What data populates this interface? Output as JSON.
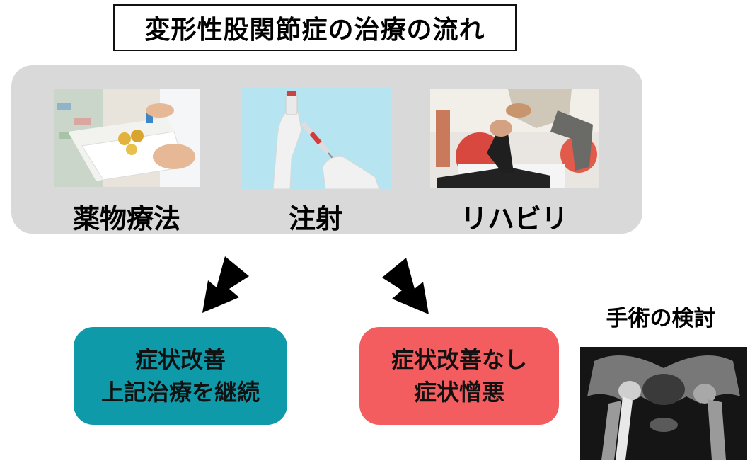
{
  "title": "変形性股関節症の治療の流れ",
  "treatments": [
    {
      "label": "薬物療法",
      "icon": "medicine-basket-photo"
    },
    {
      "label": "注射",
      "icon": "syringe-injection-photo"
    },
    {
      "label": "リハビリ",
      "icon": "rehabilitation-photo"
    }
  ],
  "outcomes": {
    "improved": {
      "line1": "症状改善",
      "line2": "上記治療を継続",
      "color": "#0f9aa9"
    },
    "not_improved": {
      "line1": "症状改善なし",
      "line2": "症状憎悪",
      "color": "#f45d60"
    }
  },
  "surgery": {
    "label": "手術の検討",
    "icon": "hip-xray-photo"
  },
  "colors": {
    "panel": "#d9d9d9",
    "arrow": "#000000"
  }
}
